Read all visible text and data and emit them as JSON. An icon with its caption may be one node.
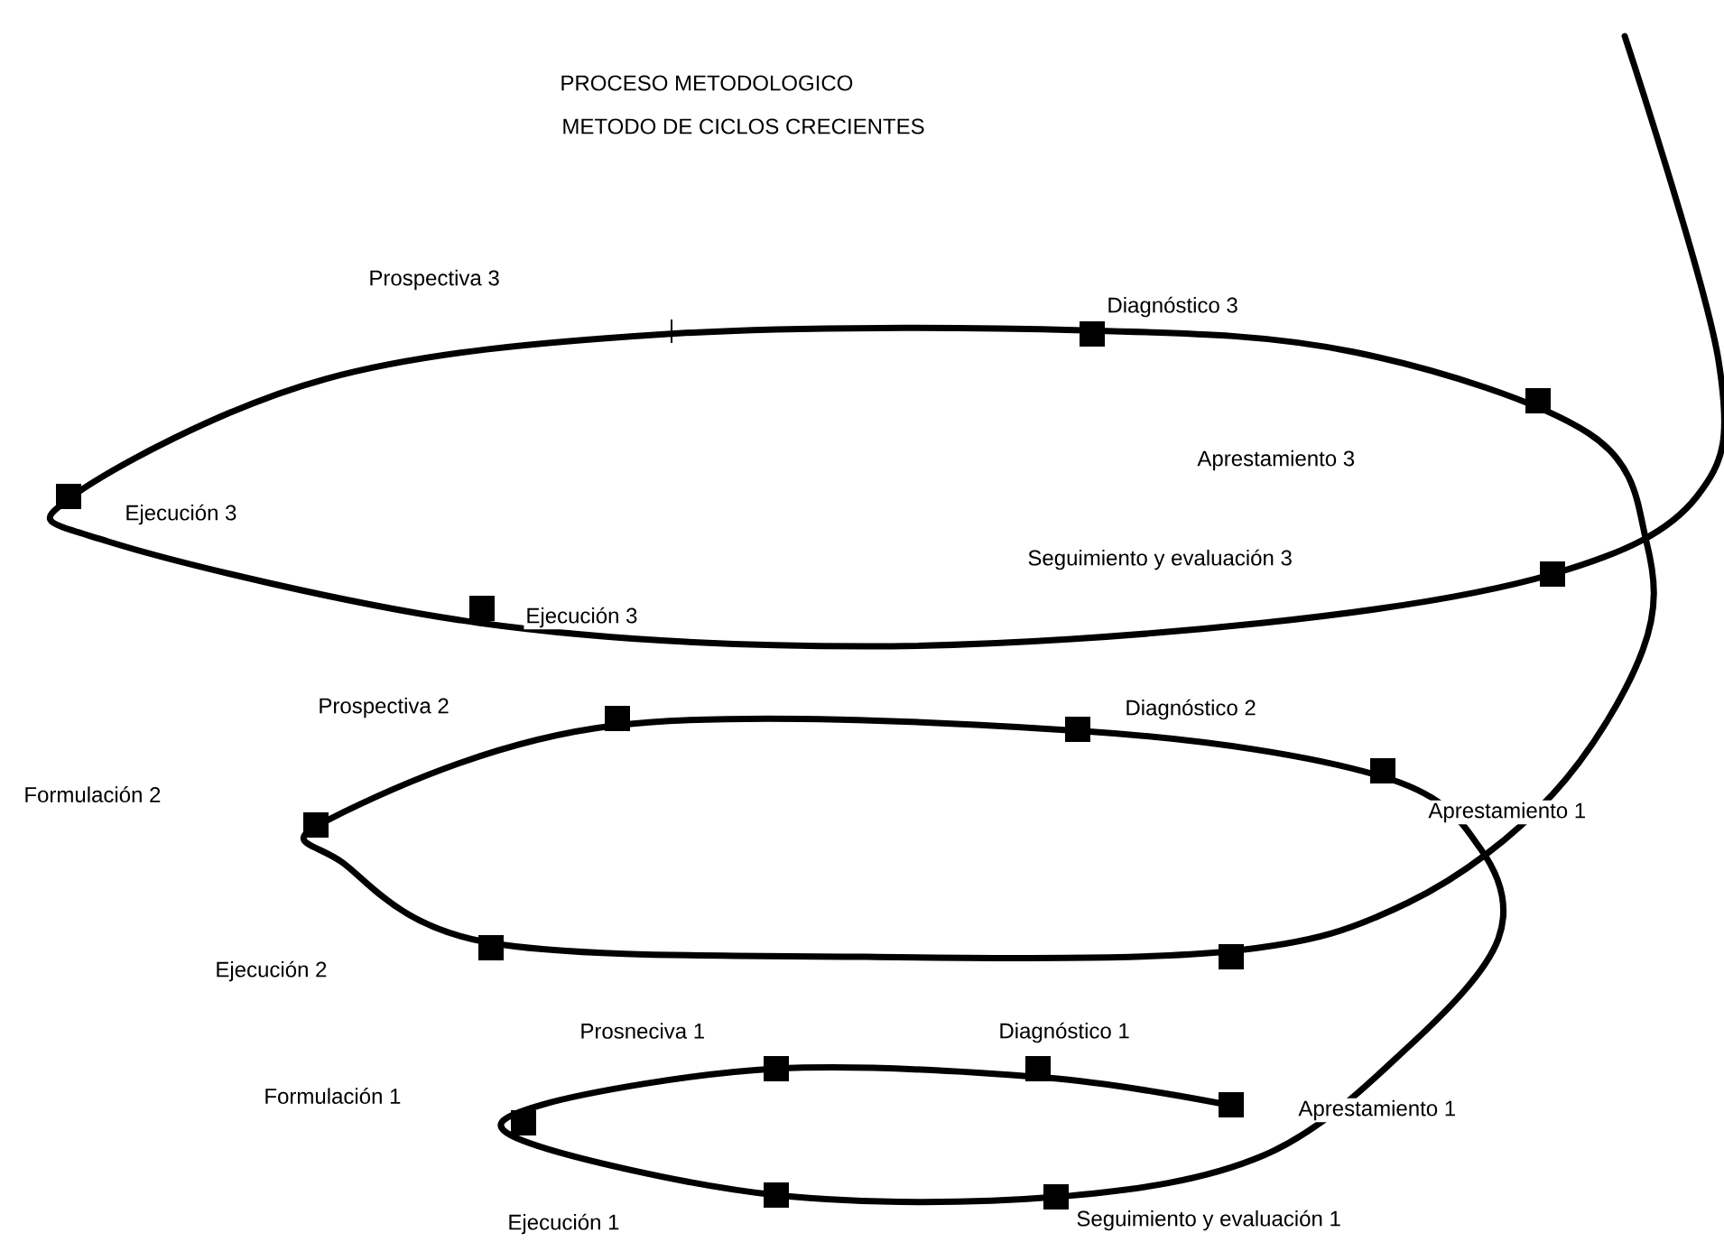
{
  "diagram": {
    "title": "PROCESO METODOLOGICO",
    "labels": [
      "METODO DE CICLOS CRECIENTES",
      "Prospectiva 3",
      "Diagnóstico 3",
      "Aprestamiento 3",
      "Ejecución 3",
      "Seguimiento y evaluación 3",
      "Ejecución 3",
      "Prospectiva 2",
      "Diagnóstico 2",
      "Formulación 2",
      "Aprestamiento 1",
      "Ejecución 2",
      "Prosneciva 1",
      "Diagnóstico 1",
      "Formulación 1",
      "Aprestamiento 1",
      "Ejecución 1",
      "Seguimiento y evaluación 1"
    ]
  }
}
